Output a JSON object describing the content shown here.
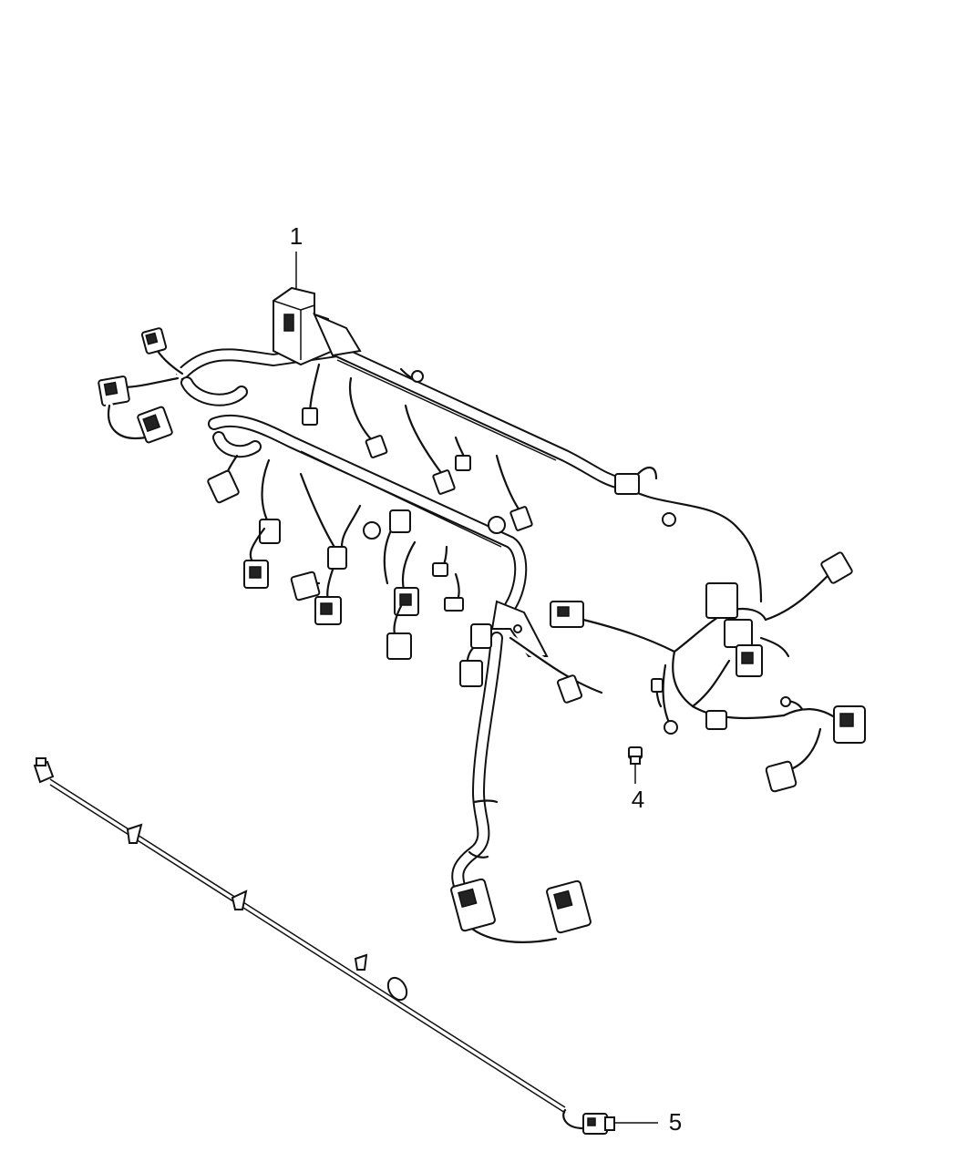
{
  "callouts": [
    {
      "id": "1",
      "label": "1"
    },
    {
      "id": "4",
      "label": "4"
    },
    {
      "id": "5",
      "label": "5"
    }
  ]
}
